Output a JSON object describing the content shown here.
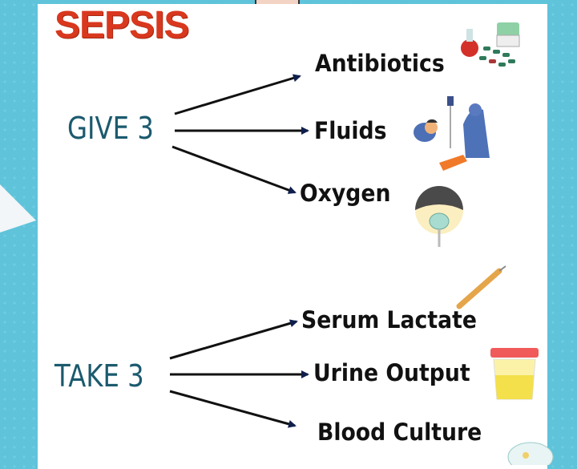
{
  "title": "SEPSIS",
  "give": {
    "label": "GIVE 3",
    "items": [
      "Antibiotics",
      "Fluids",
      "Oxygen"
    ]
  },
  "take": {
    "label": "TAKE 3",
    "items": [
      "Serum Lactate",
      "Urine Output",
      "Blood Culture"
    ]
  },
  "colors": {
    "title": "#d9381e",
    "group_label": "#1b5a6e",
    "arrow": "#0f1f4d",
    "background": "#5fc3da"
  }
}
